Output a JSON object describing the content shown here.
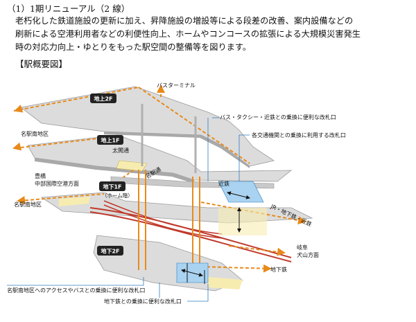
{
  "text": {
    "heading": "（1）1期リニューアル（2 線）",
    "para_lines": [
      "老朽化した鉄道施設の更新に加え、昇降施設の増設等による段差の改善、案内設備などの",
      "刷新による空港利用者などの利便性向上、ホームやコンコースの拡張による大規模災害発生",
      "時の対応力向上・ゆとりをもった駅空間の整備等を図ります。"
    ],
    "subhead": "【駅概要図】"
  },
  "diagram": {
    "floor_tags": [
      "地上2F",
      "地上1F",
      "地下1F",
      "地下2F"
    ],
    "labels": {
      "bus_terminal": "バスターミナル",
      "meieki_south_1": "名駅南地区",
      "taikodori": "太閤通",
      "meieki_street": "名駅通",
      "toyohashi": "豊橋",
      "chubu_airport": "中部国際空港方面",
      "home_label": "（ホーム階）",
      "meieki_south_2": "名駅南地区",
      "ticket_bus_taxi": "バス・タクシー・近鉄との乗換に便利な改札口",
      "ticket_transit": "各交通機関との乗換に利用する改札口",
      "kintetsu": "近鉄",
      "jr_subway_kintetsu": "JR・地下鉄・近鉄",
      "gifu": "岐阜",
      "inuyama": "犬山方面",
      "subway": "地下鉄",
      "ticket_meieki_south": "名駅南地区へのアクセスやバスとの乗換に便利な改札口",
      "ticket_subway": "地下鉄との乗換に便利な改札口"
    },
    "colors": {
      "floor_fill": "#dcdcdc",
      "floor_edge": "#9a9a9a",
      "accent_orange": "#e88a1a",
      "track_red": "#c0392b",
      "box_blue": "#a9d3f0",
      "pale_yellow": "#f7ecb0",
      "callout_blue": "#2d7bc4"
    }
  }
}
